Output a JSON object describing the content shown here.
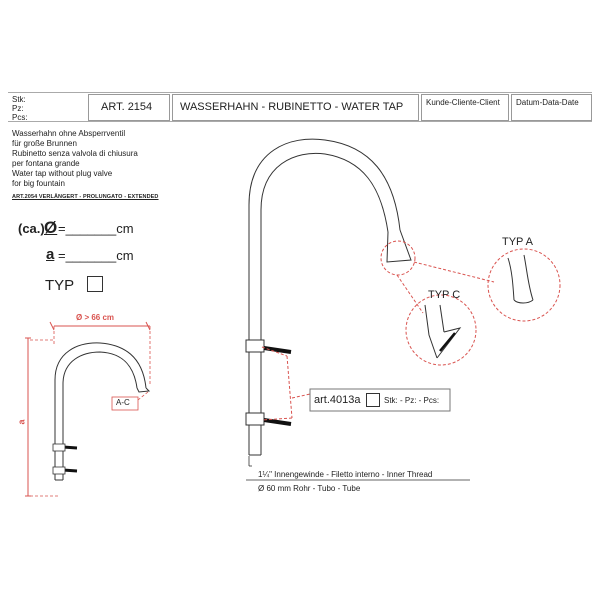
{
  "header": {
    "labels": [
      "Stk:",
      "Pz:",
      "Pcs:"
    ],
    "article": "ART. 2154",
    "title": "WASSERHAHN - RUBINETTO - WATER TAP",
    "client": "Kunde-Cliente-Client",
    "date": "Datum-Data-Date"
  },
  "description": [
    "Wasserhahn ohne Absperrventil",
    "für große Brunnen",
    "Rubinetto senza valvola di chiusura",
    "per fontana grande",
    "Water tap without plug valve",
    "for big fountain"
  ],
  "extended": "ART.2054  VERLÄNGERT - PROLUNGATO - EXTENDED",
  "dimensions": {
    "ca": "(ca.)",
    "diameter_symbol": "Ø",
    "diameter_blank": "=_______cm",
    "a_symbol": "a",
    "a_blank": "=_______cm",
    "typ_label": "TYP"
  },
  "small_drawing": {
    "diameter_label": "Ø  > 66 cm",
    "a_label": "a",
    "ac_label": "A-C"
  },
  "details": {
    "typ_a": "TYP  A",
    "typ_c": "TYP  C"
  },
  "accessory": {
    "code": "art.4013a",
    "qty_label": "Stk: - Pz: - Pcs:"
  },
  "notes": {
    "thread": "1¼\"  Innengewinde - Filetto interno - Inner Thread",
    "tube": "Ø 60 mm  Rohr - Tubo - Tube"
  },
  "colors": {
    "dim_red": "#d9534f",
    "line": "#333333"
  }
}
